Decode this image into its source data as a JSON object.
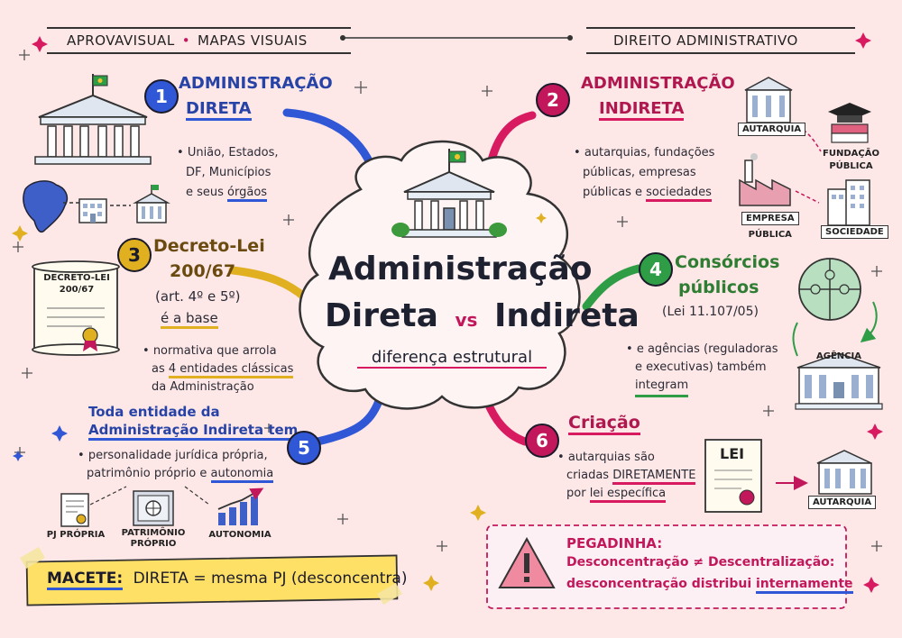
{
  "header": {
    "left": "APROVAVISUAL",
    "dot": "•",
    "left2": "MAPAS VISUAIS",
    "right": "DIREITO ADMINISTRATIVO"
  },
  "center": {
    "line1": "Administração",
    "line2a": "Direta",
    "vs": "vs",
    "line2b": "Indireta",
    "sub": "diferença estrutural"
  },
  "n1": {
    "num": "1",
    "title1": "ADMINISTRAÇÃO",
    "title2": "DIRETA",
    "b1": "União, Estados,",
    "b2": "DF, Municípios",
    "b3a": "e seus ",
    "b3b": "órgãos"
  },
  "n2": {
    "num": "2",
    "title1": "ADMINISTRAÇÃO",
    "title2": "INDIRETA",
    "b1": "autarquias, fundações",
    "b2": "públicas, empresas",
    "b3a": "públicas e ",
    "b3b": "sociedades",
    "icons": {
      "autarquia": "AUTARQUIA",
      "fundacao1": "FUNDAÇÃO",
      "fundacao2": "PÚBLICA",
      "empresa1": "EMPRESA",
      "empresa2": "PÚBLICA",
      "sociedade": "SOCIEDADE"
    }
  },
  "n3": {
    "num": "3",
    "title1": "Decreto-Lei",
    "title2": "200/67",
    "art": "(art. 4º e 5º)",
    "base": "é a base",
    "scroll1": "DECRETO-LEI",
    "scroll2": "200/67",
    "b1": "normativa que arrola",
    "b2a": "as ",
    "b2b": "4 entidades clássicas",
    "b3": "da Administração"
  },
  "n4": {
    "num": "4",
    "title1": "Consórcios",
    "title2": "públicos",
    "law": "(Lei 11.107/05)",
    "b1": "e agências (reguladoras",
    "b2": "e executivas) também",
    "b3": "integram",
    "agencia": "AGÊNCIA"
  },
  "n5": {
    "num": "5",
    "title1": "Toda entidade da",
    "title2": "Administração Indireta tem",
    "b1": "personalidade jurídica própria,",
    "b2a": "patrimônio próprio e ",
    "b2b": "autonomia",
    "i1": "PJ PRÓPRIA",
    "i2a": "PATRIMÔNIO",
    "i2b": "PRÓPRIO",
    "i3": "AUTONOMIA"
  },
  "n6": {
    "num": "6",
    "title": "Criação",
    "b1": "autarquias são",
    "b2a": "criadas ",
    "b2b": "DIRETAMENTE",
    "b3a": "por ",
    "b3b": "lei específica",
    "lei": "LEI",
    "autarquia": "AUTARQUIA"
  },
  "macete": {
    "label": "MACETE:",
    "text": "DIRETA = mesma PJ (desconcentra)"
  },
  "pegadinha": {
    "title": "PEGADINHA:",
    "l1": "Desconcentração ≠ Descentralização:",
    "l2a": "desconcentração distribui ",
    "l2b": "internamente"
  },
  "colors": {
    "blue": "#2743a6",
    "magenta": "#c2185b",
    "gold": "#e0b020",
    "green": "#2e9d46",
    "background": "#fde7e7"
  }
}
